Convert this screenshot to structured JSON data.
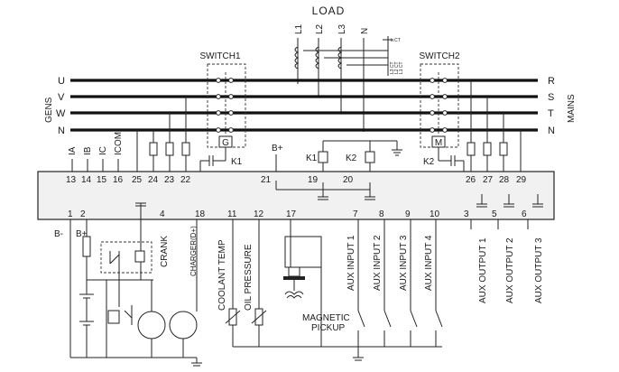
{
  "title": "LOAD",
  "load_phases": [
    "L1",
    "L2",
    "L3",
    "N"
  ],
  "load_small_labels": [
    "L.CT",
    "L3 CT",
    "L2 CT",
    "L1 CT"
  ],
  "switch1": {
    "label": "SWITCH1",
    "box": "G"
  },
  "switch2": {
    "label": "SWITCH2",
    "box": "M"
  },
  "gen_buses": [
    "U",
    "V",
    "W",
    "N"
  ],
  "mains_buses": [
    "R",
    "S",
    "T",
    "N"
  ],
  "side_labels": {
    "left": "GENS",
    "right": "MAINS"
  },
  "relays": {
    "k1": "K1",
    "k2": "K2"
  },
  "bplus": "B+",
  "bminus": "B-",
  "top_terminals": [
    {
      "label": "IA",
      "num": "13"
    },
    {
      "label": "IB",
      "num": "14"
    },
    {
      "label": "IC",
      "num": "15"
    },
    {
      "label": "ICOM",
      "num": "16"
    },
    {
      "label": "",
      "num": "25"
    },
    {
      "label": "",
      "num": "24"
    },
    {
      "label": "",
      "num": "23"
    },
    {
      "label": "",
      "num": "22"
    },
    {
      "label": "",
      "num": "21"
    },
    {
      "label": "",
      "num": "19"
    },
    {
      "label": "",
      "num": "20"
    },
    {
      "label": "",
      "num": "26"
    },
    {
      "label": "",
      "num": "27"
    },
    {
      "label": "",
      "num": "28"
    },
    {
      "label": "",
      "num": "29"
    }
  ],
  "bottom_terminals": [
    "1",
    "2",
    "4",
    "18",
    "11",
    "12",
    "17",
    "7",
    "8",
    "9",
    "10",
    "3",
    "5",
    "6"
  ],
  "bottom_labels": {
    "crank": "CRANK",
    "charger": "CHARGER(D+)",
    "coolant": "COOLANT TEMP",
    "oil": "OIL PRESSURE",
    "magnetic": [
      "MAGNETIC",
      "PICKUP"
    ],
    "aux_inputs": [
      "AUX INPUT 1",
      "AUX INPUT 2",
      "AUX INPUT 3",
      "AUX INPUT 4"
    ],
    "aux_outputs": [
      "AUX OUTPUT 1",
      "AUX OUTPUT 2",
      "AUX OUTPUT 3"
    ]
  }
}
